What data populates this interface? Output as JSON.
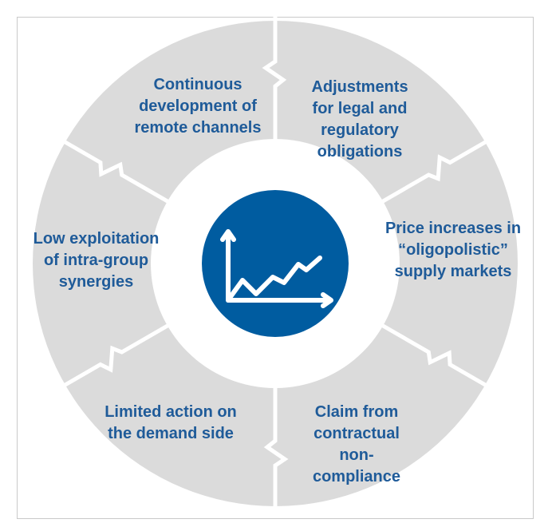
{
  "colors": {
    "ring": "#dbdbdb",
    "divider": "#ffffff",
    "inner_ring": "#ffffff",
    "center_circle": "#005ca0",
    "icon": "#ffffff",
    "text": "#1f5b99",
    "frame": "#c9c9c9"
  },
  "center": {
    "icon": "trending-up-chart-icon"
  },
  "segments": [
    {
      "label": "Adjustments for legal and regulatory obligations"
    },
    {
      "label": "Price increases in “oligopolistic” supply markets"
    },
    {
      "label": "Claim from contractual non-compliance"
    },
    {
      "label": "Limited action on the demand side"
    },
    {
      "label": "Low exploitation of intra-group synergies"
    },
    {
      "label": "Continuous development of remote channels"
    }
  ]
}
